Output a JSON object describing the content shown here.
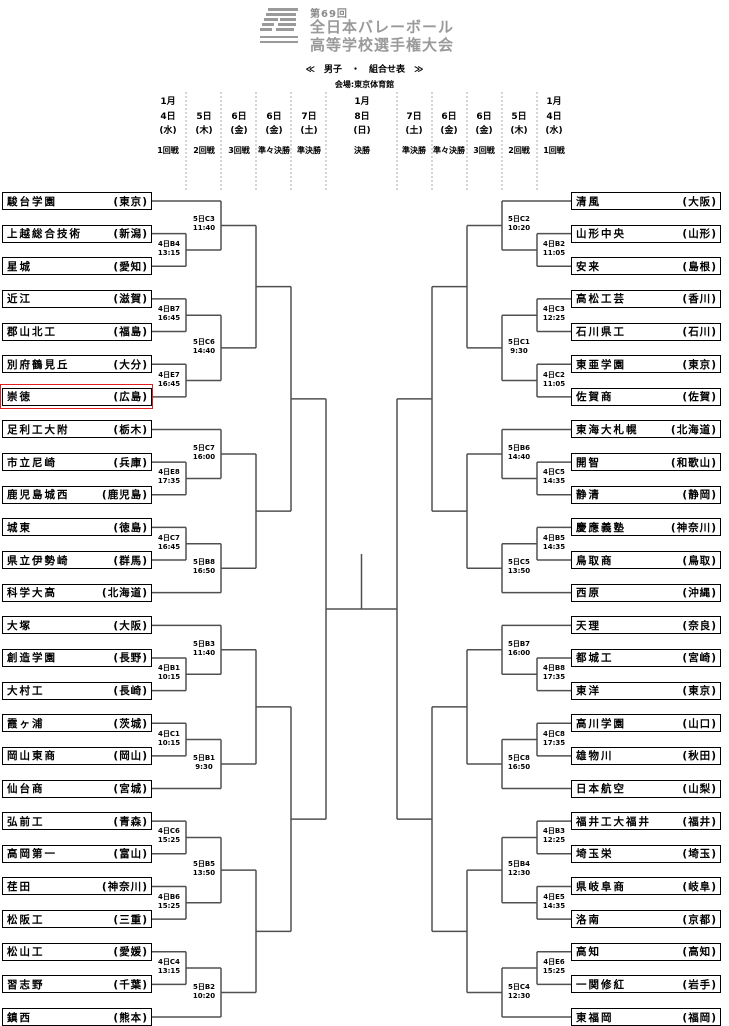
{
  "header": {
    "logo_edition": "第69回",
    "logo_line1": "全日本バレーボール",
    "logo_line2": "高等学校選手権大会",
    "title": "≪　男子　・　組合せ表　≫",
    "venue": "会場:東京体育館"
  },
  "columns": [
    {
      "month": "1月",
      "day": "4日",
      "weekday": "(水)",
      "round": "1回戦"
    },
    {
      "month": "",
      "day": "5日",
      "weekday": "(木)",
      "round": "2回戦"
    },
    {
      "month": "",
      "day": "6日",
      "weekday": "(金)",
      "round": "3回戦"
    },
    {
      "month": "",
      "day": "6日",
      "weekday": "(金)",
      "round": "準々決勝"
    },
    {
      "month": "",
      "day": "7日",
      "weekday": "(土)",
      "round": "準決勝"
    },
    {
      "month": "1月",
      "day": "8日",
      "weekday": "(日)",
      "round": "決勝"
    },
    {
      "month": "",
      "day": "7日",
      "weekday": "(土)",
      "round": "準決勝"
    },
    {
      "month": "",
      "day": "6日",
      "weekday": "(金)",
      "round": "準々決勝"
    },
    {
      "month": "",
      "day": "6日",
      "weekday": "(金)",
      "round": "3回戦"
    },
    {
      "month": "",
      "day": "5日",
      "weekday": "(木)",
      "round": "2回戦"
    },
    {
      "month": "1月",
      "day": "4日",
      "weekday": "(水)",
      "round": "1回戦"
    }
  ],
  "left": {
    "teams": [
      {
        "name": "駿台学園",
        "pref": "東京"
      },
      {
        "name": "上越総合技術",
        "pref": "新潟"
      },
      {
        "name": "星城",
        "pref": "愛知"
      },
      {
        "name": "近江",
        "pref": "滋賀"
      },
      {
        "name": "郡山北工",
        "pref": "福島"
      },
      {
        "name": "別府鶴見丘",
        "pref": "大分"
      },
      {
        "name": "崇徳",
        "pref": "広島",
        "highlighted": true
      },
      {
        "name": "足利工大附",
        "pref": "栃木"
      },
      {
        "name": "市立尼崎",
        "pref": "兵庫"
      },
      {
        "name": "鹿児島城西",
        "pref": "鹿児島"
      },
      {
        "name": "城東",
        "pref": "徳島"
      },
      {
        "name": "県立伊勢崎",
        "pref": "群馬"
      },
      {
        "name": "科学大高",
        "pref": "北海道"
      },
      {
        "name": "大塚",
        "pref": "大阪"
      },
      {
        "name": "創造学園",
        "pref": "長野"
      },
      {
        "name": "大村工",
        "pref": "長崎"
      },
      {
        "name": "霞ヶ浦",
        "pref": "茨城"
      },
      {
        "name": "岡山東商",
        "pref": "岡山"
      },
      {
        "name": "仙台商",
        "pref": "宮城"
      },
      {
        "name": "弘前工",
        "pref": "青森"
      },
      {
        "name": "高岡第一",
        "pref": "富山"
      },
      {
        "name": "荏田",
        "pref": "神奈川"
      },
      {
        "name": "松阪工",
        "pref": "三重"
      },
      {
        "name": "松山工",
        "pref": "愛媛"
      },
      {
        "name": "習志野",
        "pref": "千葉"
      },
      {
        "name": "鎮西",
        "pref": "熊本"
      }
    ],
    "round1": [
      {
        "code": "4日B4",
        "time": "13:15"
      },
      {
        "code": "4日B7",
        "time": "16:45"
      },
      {
        "code": "4日E7",
        "time": "16:45"
      },
      {
        "code": "4日E8",
        "time": "17:35"
      },
      {
        "code": "4日C7",
        "time": "16:45"
      },
      {
        "code": "4日B1",
        "time": "10:15"
      },
      {
        "code": "4日C1",
        "time": "10:15"
      },
      {
        "code": "4日C6",
        "time": "15:25"
      },
      {
        "code": "4日B6",
        "time": "15:25"
      },
      {
        "code": "4日C4",
        "time": "13:15"
      }
    ],
    "round2": [
      {
        "code": "5日C3",
        "time": "11:40"
      },
      {
        "code": "5日C6",
        "time": "14:40"
      },
      {
        "code": "5日C7",
        "time": "16:00"
      },
      {
        "code": "5日B8",
        "time": "16:50"
      },
      {
        "code": "5日B3",
        "time": "11:40"
      },
      {
        "code": "5日B1",
        "time": "9:30"
      },
      {
        "code": "5日B5",
        "time": "13:50"
      },
      {
        "code": "5日B2",
        "time": "10:20"
      }
    ]
  },
  "right": {
    "teams": [
      {
        "name": "清風",
        "pref": "大阪"
      },
      {
        "name": "山形中央",
        "pref": "山形"
      },
      {
        "name": "安来",
        "pref": "島根"
      },
      {
        "name": "高松工芸",
        "pref": "香川"
      },
      {
        "name": "石川県工",
        "pref": "石川"
      },
      {
        "name": "東亜学園",
        "pref": "東京"
      },
      {
        "name": "佐賀商",
        "pref": "佐賀"
      },
      {
        "name": "東海大札幌",
        "pref": "北海道"
      },
      {
        "name": "開智",
        "pref": "和歌山"
      },
      {
        "name": "静清",
        "pref": "静岡"
      },
      {
        "name": "慶應義塾",
        "pref": "神奈川"
      },
      {
        "name": "鳥取商",
        "pref": "鳥取"
      },
      {
        "name": "西原",
        "pref": "沖縄"
      },
      {
        "name": "天理",
        "pref": "奈良"
      },
      {
        "name": "都城工",
        "pref": "宮崎"
      },
      {
        "name": "東洋",
        "pref": "東京"
      },
      {
        "name": "高川学園",
        "pref": "山口"
      },
      {
        "name": "雄物川",
        "pref": "秋田"
      },
      {
        "name": "日本航空",
        "pref": "山梨"
      },
      {
        "name": "福井工大福井",
        "pref": "福井"
      },
      {
        "name": "埼玉栄",
        "pref": "埼玉"
      },
      {
        "name": "県岐阜商",
        "pref": "岐阜"
      },
      {
        "name": "洛南",
        "pref": "京都"
      },
      {
        "name": "高知",
        "pref": "高知"
      },
      {
        "name": "一関修紅",
        "pref": "岩手"
      },
      {
        "name": "東福岡",
        "pref": "福岡"
      }
    ],
    "round1": [
      {
        "code": "4日B2",
        "time": "11:05"
      },
      {
        "code": "4日C3",
        "time": "12:25"
      },
      {
        "code": "4日C2",
        "time": "11:05"
      },
      {
        "code": "4日C5",
        "time": "14:35"
      },
      {
        "code": "4日B5",
        "time": "14:35"
      },
      {
        "code": "4日B8",
        "time": "17:35"
      },
      {
        "code": "4日C8",
        "time": "17:35"
      },
      {
        "code": "4日B3",
        "time": "12:25"
      },
      {
        "code": "4日E5",
        "time": "14:35"
      },
      {
        "code": "4日E6",
        "time": "15:25"
      }
    ],
    "round2": [
      {
        "code": "5日C2",
        "time": "10:20"
      },
      {
        "code": "5日C1",
        "time": "9:30"
      },
      {
        "code": "5日B6",
        "time": "14:40"
      },
      {
        "code": "5日C5",
        "time": "13:50"
      },
      {
        "code": "5日B7",
        "time": "16:00"
      },
      {
        "code": "5日C8",
        "time": "16:50"
      },
      {
        "code": "5日B4",
        "time": "12:30"
      },
      {
        "code": "5日C4",
        "time": "12:30"
      }
    ]
  },
  "colors": {
    "line": "#505050",
    "highlight": "#e02020",
    "logo": "#9a9a9a"
  }
}
